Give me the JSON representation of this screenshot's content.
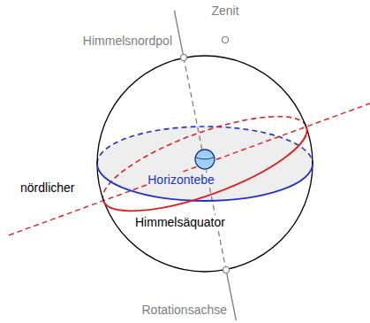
{
  "diagram": {
    "labels": [
      "Zenit",
      "Himmelsnordpol",
      "nördlicher",
      "Horizontebe",
      "Himmelsäquator",
      "Rotationsachse"
    ]
  }
}
